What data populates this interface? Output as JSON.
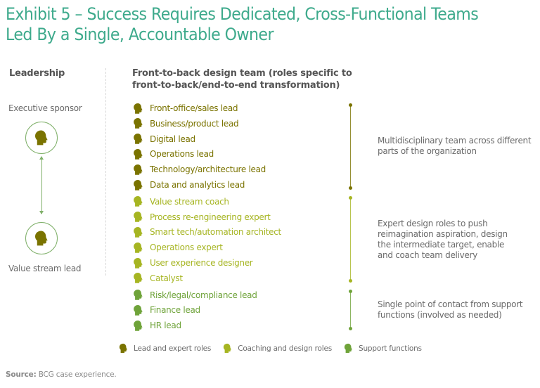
{
  "title": "Exhibit 5 – Success Requires Dedicated, Cross-Functional Teams Led By a Single, Accountable Owner",
  "colors": {
    "title": "#3eaa8c",
    "lead": "#7a7300",
    "coaching": "#a6b522",
    "support": "#6fa33a",
    "ring": "#7fb069"
  },
  "leadership": {
    "heading": "Leadership",
    "top_label": "Executive sponsor",
    "bottom_label": "Value stream lead",
    "icon": "head-silhouette-icon"
  },
  "team": {
    "heading_bold": "Front-to-back design team",
    "heading_rest": " (roles specific to front-to-back/end-to-end transformation)",
    "groups": [
      {
        "type": "lead",
        "roles": [
          "Front-office/sales lead",
          "Business/product lead",
          "Digital lead",
          "Operations lead",
          "Technology/architecture lead",
          "Data and analytics lead"
        ],
        "description": "Multidisciplinary team across different parts of the organization"
      },
      {
        "type": "coaching",
        "roles": [
          "Value stream coach",
          "Process re-engineering expert",
          "Smart tech/automation architect",
          "Operations expert",
          "User experience designer",
          "Catalyst"
        ],
        "description": "Expert design roles to push reimagination aspiration, design the intermediate target, enable and coach team delivery"
      },
      {
        "type": "support",
        "roles": [
          "Risk/legal/compliance lead",
          "Finance lead",
          "HR lead"
        ],
        "description": "Single point of contact from support functions (involved as needed)"
      }
    ]
  },
  "legend": [
    {
      "type": "lead",
      "label": "Lead and expert roles"
    },
    {
      "type": "coaching",
      "label": "Coaching and design roles"
    },
    {
      "type": "support",
      "label": "Support functions"
    }
  ],
  "source": {
    "label": "Source:",
    "text": " BCG case experience."
  }
}
